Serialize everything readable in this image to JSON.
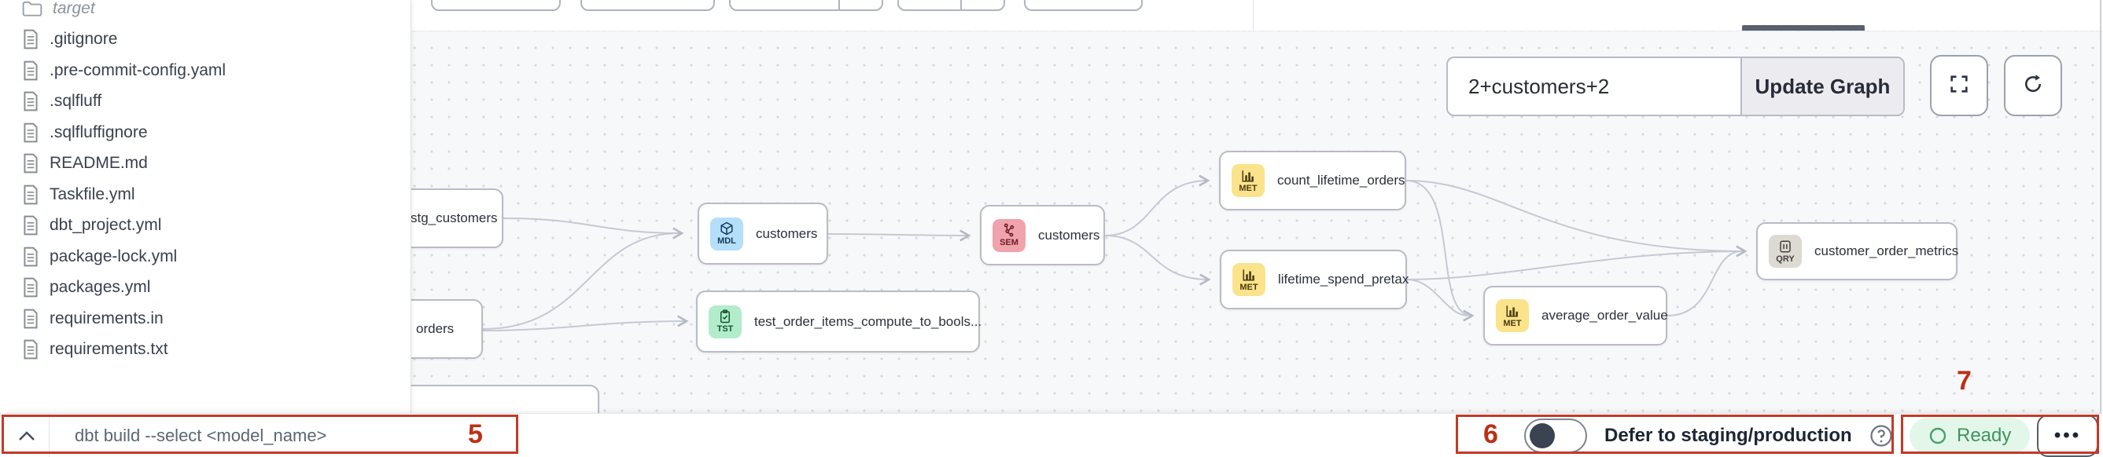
{
  "sidebar": {
    "folder": {
      "name": "target"
    },
    "files": [
      ".gitignore",
      ".pre-commit-config.yaml",
      ".sqlfluff",
      ".sqlfluffignore",
      "README.md",
      "Taskfile.yml",
      "dbt_project.yml",
      "package-lock.yml",
      "packages.yml",
      "requirements.in",
      "requirements.txt"
    ]
  },
  "lineage": {
    "selector_value": "2+customers+2",
    "update_button": "Update Graph",
    "nodes": [
      {
        "id": "stg_customers",
        "label": "stg_customers",
        "type": ""
      },
      {
        "id": "orders",
        "label": "orders",
        "type": ""
      },
      {
        "id": "customers_model",
        "label": "customers",
        "type": "MDL"
      },
      {
        "id": "test_order_items",
        "label": "test_order_items_compute_to_bools...",
        "type": "TST"
      },
      {
        "id": "customers_semantic",
        "label": "customers",
        "type": "SEM"
      },
      {
        "id": "count_lifetime_orders",
        "label": "count_lifetime_orders",
        "type": "MET"
      },
      {
        "id": "lifetime_spend_pretax",
        "label": "lifetime_spend_pretax",
        "type": "MET"
      },
      {
        "id": "average_order_value",
        "label": "average_order_value",
        "type": "MET"
      },
      {
        "id": "customer_order_metrics",
        "label": "customer_order_metrics",
        "type": "QRY"
      }
    ],
    "edges": [
      [
        "stg_customers",
        "customers_model"
      ],
      [
        "orders",
        "customers_model"
      ],
      [
        "orders",
        "test_order_items"
      ],
      [
        "customers_model",
        "customers_semantic"
      ],
      [
        "customers_semantic",
        "count_lifetime_orders"
      ],
      [
        "customers_semantic",
        "lifetime_spend_pretax"
      ],
      [
        "count_lifetime_orders",
        "average_order_value"
      ],
      [
        "count_lifetime_orders",
        "customer_order_metrics"
      ],
      [
        "lifetime_spend_pretax",
        "average_order_value"
      ],
      [
        "lifetime_spend_pretax",
        "customer_order_metrics"
      ],
      [
        "average_order_value",
        "customer_order_metrics"
      ]
    ]
  },
  "command_bar": {
    "collapse_icon": "^",
    "placeholder": "dbt build --select <model_name>"
  },
  "defer": {
    "label": "Defer to staging/production"
  },
  "status": {
    "label": "Ready",
    "menu_label": "•••"
  },
  "annotations": {
    "box5": {
      "number": "5"
    },
    "box6": {
      "number": "6"
    },
    "box7": {
      "number": "7"
    }
  },
  "colors": {
    "annotation_red": "#c23a26",
    "node_model_blue": "#b5defa",
    "node_test_green": "#b2eccb",
    "node_semantic_red": "#f0a3ac",
    "node_metric_yellow": "#fbe38b",
    "node_query_gray": "#ddd9d3",
    "status_green_text": "#40935f",
    "status_green_bg": "#e2f7e9"
  }
}
